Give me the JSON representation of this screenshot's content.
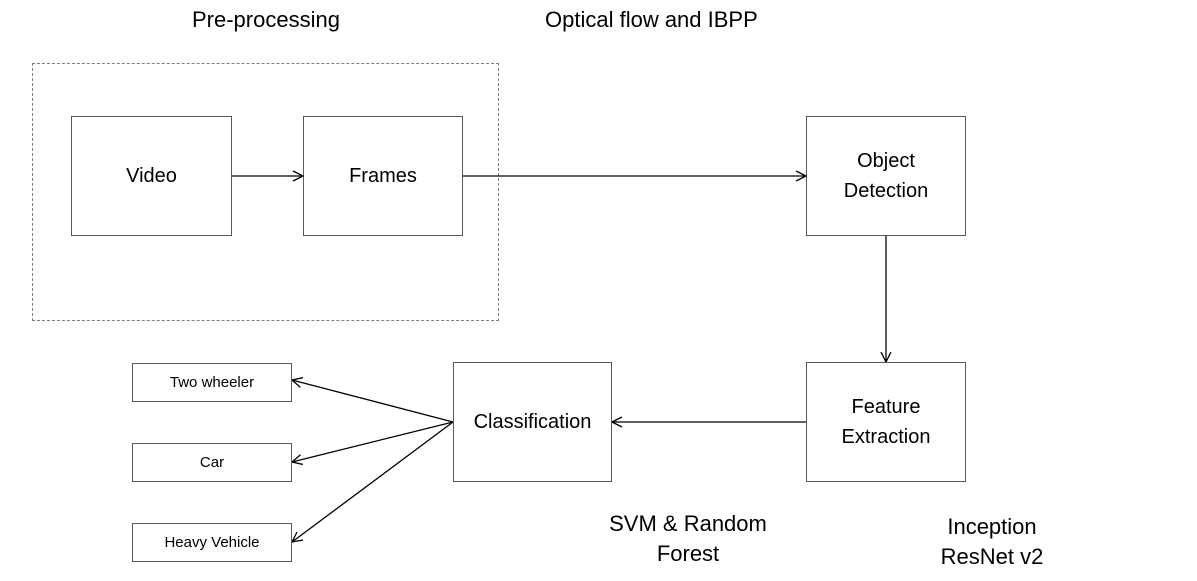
{
  "labels": {
    "preprocessing": "Pre-processing",
    "optical_flow": "Optical flow and IBPP",
    "svm_line1": "SVM & Random",
    "svm_line2": "Forest",
    "inception_line1": "Inception",
    "inception_line2": "ResNet v2"
  },
  "nodes": {
    "video": "Video",
    "frames": "Frames",
    "object_detection_line1": "Object",
    "object_detection_line2": "Detection",
    "feature_extraction_line1": "Feature",
    "feature_extraction_line2": "Extraction",
    "classification": "Classification",
    "two_wheeler": "Two wheeler",
    "car": "Car",
    "heavy_vehicle": "Heavy Vehicle"
  }
}
